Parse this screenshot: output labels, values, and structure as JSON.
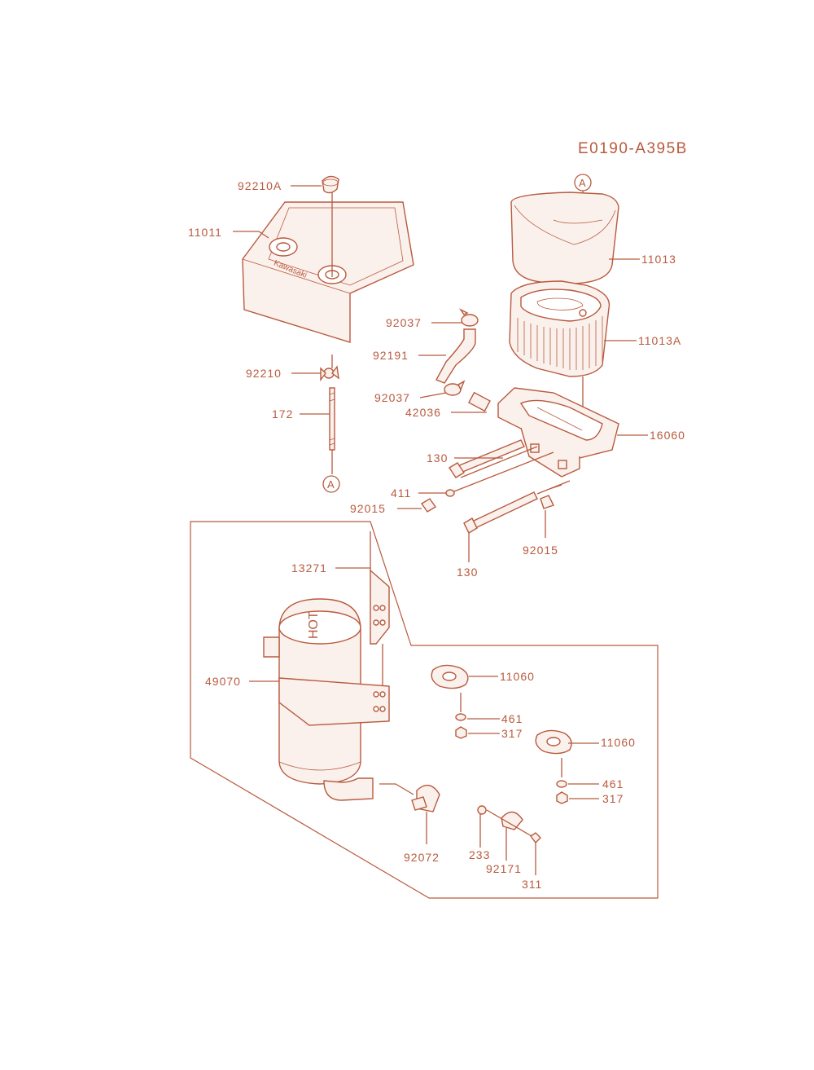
{
  "diagram_code": "E0190-A395B",
  "ref_marker": "A",
  "brand_on_cover": "Kawasaki",
  "muffler_text": "HOT",
  "labels": {
    "l92210A": "92210A",
    "l11011": "11011",
    "l92210": "92210",
    "l172": "172",
    "l11013": "11013",
    "l11013A": "11013A",
    "l92037a": "92037",
    "l92191": "92191",
    "l92037b": "92037",
    "l42036": "42036",
    "l16060": "16060",
    "l130a": "130",
    "l411": "411",
    "l92015a": "92015",
    "l130b": "130",
    "l92015b": "92015",
    "l13271": "13271",
    "l49070": "49070",
    "l11060a": "11060",
    "l461a": "461",
    "l317a": "317",
    "l11060b": "11060",
    "l461b": "461",
    "l317b": "317",
    "l92072": "92072",
    "l233": "233",
    "l92171": "92171",
    "l311": "311"
  },
  "colors": {
    "line": "#b85a3e",
    "fill": "#fbf1ec",
    "background": "#ffffff"
  }
}
